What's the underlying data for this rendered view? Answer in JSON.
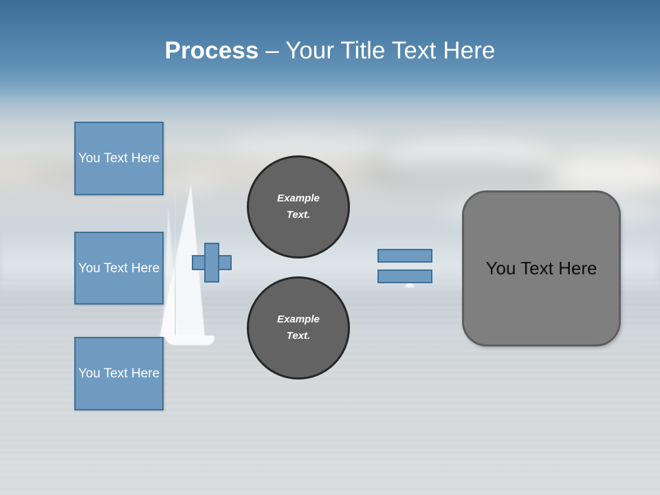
{
  "slide": {
    "title": {
      "bold_part": "Process",
      "rest": " – Your Title Text Here"
    },
    "background": {
      "description": "sailboat-on-sea-photo",
      "sky_top_color": "#3d6d96",
      "sea_color": "#d4d8da"
    },
    "theme": {
      "accent_blue": "#6f9bc1",
      "accent_blue_border": "#3f6f96",
      "circle_gray": "#636363",
      "circle_gray_border": "#262626",
      "result_gray": "#7f7f7f",
      "result_gray_border": "#5e5e5e",
      "title_color": "#ffffff"
    },
    "inputs": [
      {
        "label": "You Text Here"
      },
      {
        "label": "You Text Here"
      },
      {
        "label": "You Text Here"
      }
    ],
    "operators": {
      "plus": "+",
      "equals": "="
    },
    "circles": [
      {
        "line1": "Example",
        "line2": "Text."
      },
      {
        "line1": "Example",
        "line2": "Text."
      }
    ],
    "result": {
      "label": "You Text Here"
    }
  }
}
